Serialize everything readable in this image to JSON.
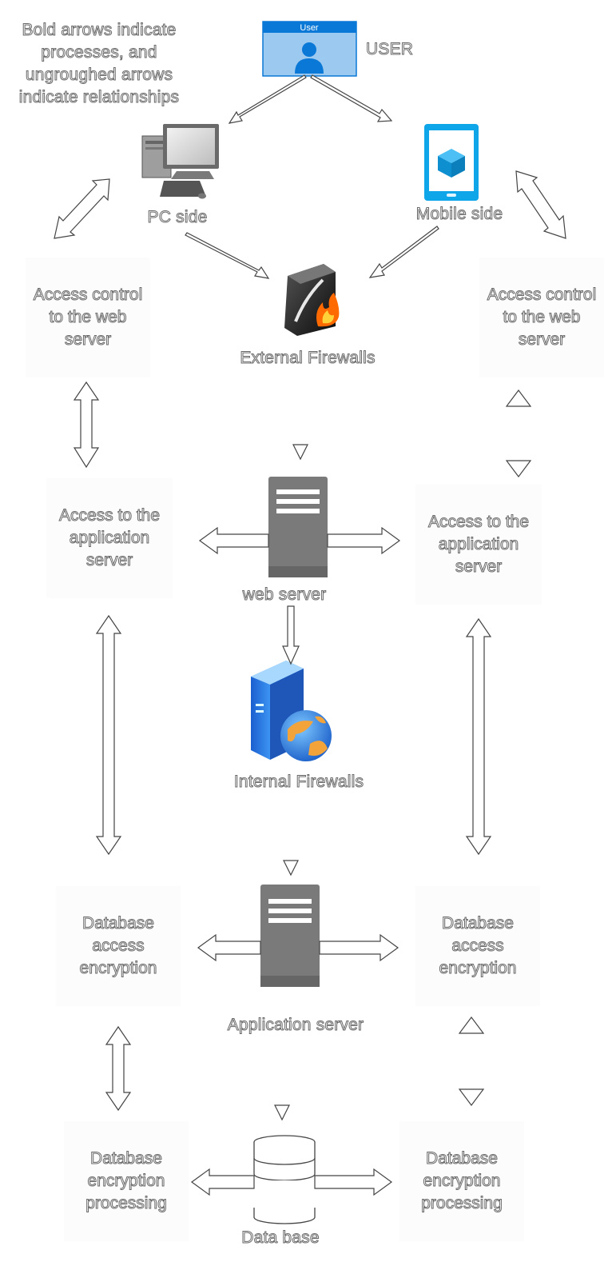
{
  "note": "Bold arrows indicate processes, and ungroughed arrows indicate relationships",
  "user": {
    "badge": "User",
    "label": "USER"
  },
  "pc_label": "PC side",
  "mobile_label": "Mobile side",
  "external_firewall_label": "External Firewalls",
  "web_server_label": "web server",
  "internal_firewall_label": "Internal Firewalls",
  "app_server_label": "Application server",
  "database_label": "Data base",
  "boxes": {
    "access_control_left": "Access control to the web server",
    "access_control_right": "Access control to the web server",
    "access_app_left": "Access to the application server",
    "access_app_right": "Access to the application server",
    "db_access_left": "Database access encryption",
    "db_access_right": "Database access encryption",
    "db_proc_left": "Database encryption processing",
    "db_proc_right": "Database encryption processing"
  },
  "colors": {
    "user_blue": "#0a78d6",
    "mobile_cyan": "#0ea5e9",
    "server_gray": "#777777",
    "label_outline": "#6a6a6a"
  }
}
